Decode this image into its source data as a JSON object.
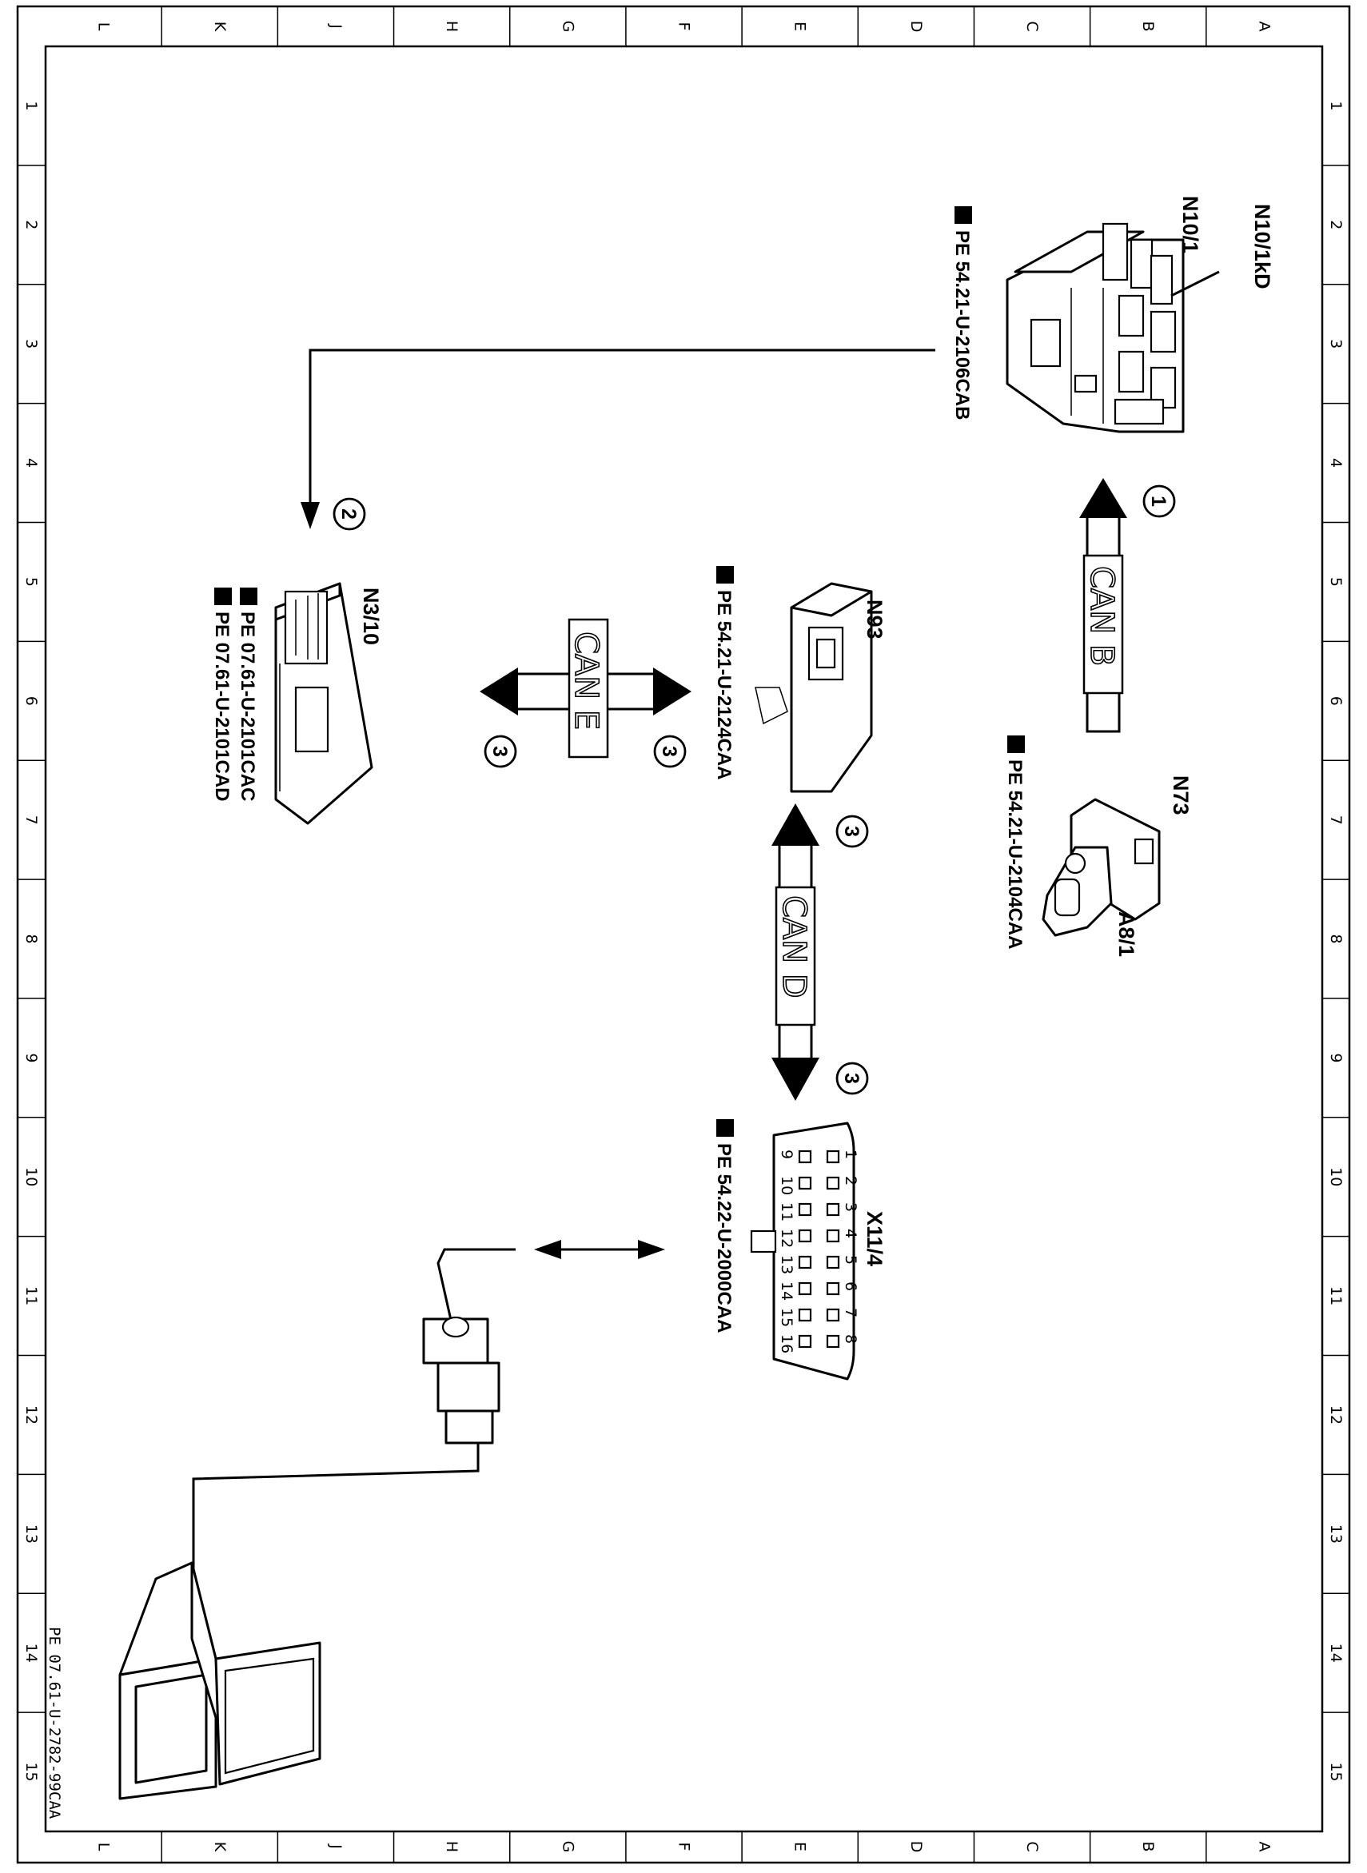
{
  "frame": {
    "columns": [
      "L",
      "K",
      "J",
      "H",
      "G",
      "F",
      "E",
      "D",
      "C",
      "B",
      "A"
    ],
    "rows": [
      "1",
      "2",
      "3",
      "4",
      "5",
      "6",
      "7",
      "8",
      "9",
      "10",
      "11",
      "12",
      "13",
      "14",
      "15"
    ]
  },
  "components": {
    "n10_1": {
      "label": "N10/1",
      "sub_label": "N10/1kD",
      "ref": "PE  54.21-U-2106CAB"
    },
    "n73": {
      "label": "N73",
      "sub_label": "A8/1",
      "ref": "PE  54.21-U-2104CAA"
    },
    "n93": {
      "label": "N93",
      "ref": "PE  54.21-U-2124CAA"
    },
    "n3_10": {
      "label": "N3/10",
      "ref1": "PE  07.61-U-2101CAC",
      "ref2": "PE  07.61-U-2101CAD"
    },
    "x11_4": {
      "label": "X11/4",
      "ref": "PE  54.22-U-2000CAA",
      "pins": [
        "1",
        "2",
        "3",
        "4",
        "5",
        "6",
        "7",
        "8",
        "9",
        "10",
        "11",
        "12",
        "13",
        "14",
        "15",
        "16"
      ]
    }
  },
  "buses": {
    "can_b": "CAN B",
    "can_e": "CAN E",
    "can_d": "CAN D"
  },
  "callouts": {
    "c1": "1",
    "c2": "2",
    "c3": "3"
  },
  "doc_id": "PE 07.61-U-2782-99CAA"
}
